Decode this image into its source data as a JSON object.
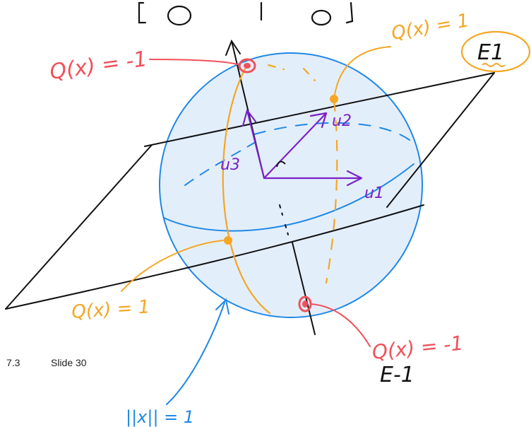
{
  "annotations": {
    "q_neg1_top": "Q(x) = -1",
    "q_pos1_top": "Q(x) = 1",
    "e1": "E1",
    "u1": "u1",
    "u2": "u2",
    "u3": "u3",
    "q_pos1_bottom": "Q(x) = 1",
    "q_neg1_bottom": "Q(x) = -1",
    "e_neg1": "E-1",
    "norm": "||x|| = 1"
  },
  "footer": {
    "section": "7.3",
    "slide": "Slide 30"
  },
  "colors": {
    "sphere_fill": "#e3eefb",
    "sphere_stroke": "#1e88e5",
    "red": "#f0515a",
    "orange": "#f5a623",
    "purple": "#7b22c7",
    "black": "#111111"
  }
}
